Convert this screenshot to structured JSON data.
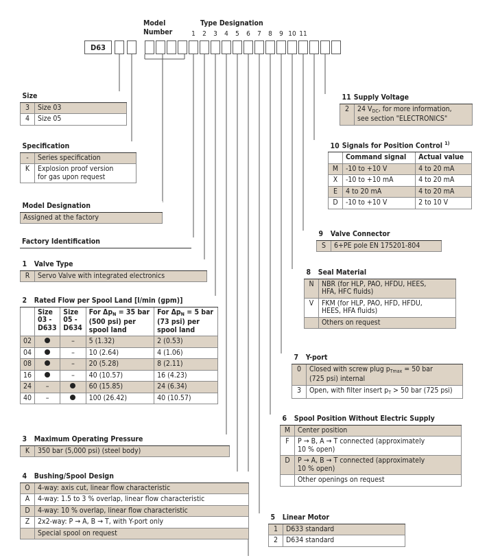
{
  "header": {
    "model_number_label": "Model\nNumber",
    "type_designation_label": "Type Designation",
    "prefix": "D63",
    "position_numbers": [
      "1",
      "2",
      "3",
      "4",
      "5",
      "6",
      "7",
      "8",
      "9",
      "10",
      "11"
    ]
  },
  "size": {
    "title": "Size",
    "rows": [
      {
        "code": "3",
        "text": "Size 03"
      },
      {
        "code": "4",
        "text": "Size 05"
      }
    ]
  },
  "specification": {
    "title": "Specification",
    "rows": [
      {
        "code": "-",
        "text": "Series specification"
      },
      {
        "code": "K",
        "text": "Explosion proof version\nfor gas upon request"
      }
    ]
  },
  "model_designation": {
    "title": "Model Designation",
    "text": "Assigned at the factory"
  },
  "factory_identification": {
    "title": "Factory Identification"
  },
  "valve_type": {
    "num": "1",
    "title": "Valve Type",
    "rows": [
      {
        "code": "R",
        "text": "Servo Valve with integrated electronics"
      }
    ]
  },
  "rated_flow": {
    "num": "2",
    "title": "Rated Flow per Spool Land [l/min (gpm)]",
    "headers": [
      "Size\n03 -\nD633",
      "Size\n05 -\nD634",
      "For Δp_N = 35 bar\n(500 psi) per\nspool land",
      "For Δp_N = 5 bar\n(73 psi) per\nspool land"
    ],
    "rows": [
      {
        "code": "02",
        "s03": "●",
        "s05": "–",
        "v35": "5 (1.32)",
        "v5": "2 (0.53)"
      },
      {
        "code": "04",
        "s03": "●",
        "s05": "–",
        "v35": "10 (2.64)",
        "v5": "4 (1.06)"
      },
      {
        "code": "08",
        "s03": "●",
        "s05": "–",
        "v35": "20 (5.28)",
        "v5": "8 (2.11)"
      },
      {
        "code": "16",
        "s03": "●",
        "s05": "–",
        "v35": "40 (10.57)",
        "v5": "16 (4.23)"
      },
      {
        "code": "24",
        "s03": "–",
        "s05": "●",
        "v35": "60 (15.85)",
        "v5": "24 (6.34)"
      },
      {
        "code": "40",
        "s03": "–",
        "s05": "●",
        "v35": "100 (26.42)",
        "v5": "40 (10.57)"
      }
    ]
  },
  "max_pressure": {
    "num": "3",
    "title": "Maximum Operating Pressure",
    "rows": [
      {
        "code": "K",
        "text": "350 bar (5,000 psi)  (steel body)"
      }
    ]
  },
  "bushing": {
    "num": "4",
    "title": "Bushing/Spool Design",
    "rows": [
      {
        "code": "O",
        "text": "4-way: axis cut, linear flow characteristic"
      },
      {
        "code": "A",
        "text": "4-way: 1.5 to 3 % overlap, linear flow characteristic"
      },
      {
        "code": "D",
        "text": "4-way: 10 % overlap, linear flow characteristic"
      },
      {
        "code": "Z",
        "text": "2x2-way: P → A, B → T, with Y-port only"
      },
      {
        "code": "",
        "text": "Special spool on request"
      }
    ]
  },
  "linear_motor": {
    "num": "5",
    "title": "Linear Motor",
    "rows": [
      {
        "code": "1",
        "text": "D633 standard"
      },
      {
        "code": "2",
        "text": "D634 standard"
      }
    ]
  },
  "spool_position": {
    "num": "6",
    "title": "Spool Position Without Electric Supply",
    "rows": [
      {
        "code": "M",
        "text": "Center position"
      },
      {
        "code": "F",
        "text": "P → B, A → T connected (approximately\n10 % open)"
      },
      {
        "code": "D",
        "text": "P → A, B → T connected (approximately\n10 % open)"
      },
      {
        "code": "",
        "text": "Other openings on request"
      }
    ]
  },
  "y_port": {
    "num": "7",
    "title": "Y-port",
    "rows": [
      {
        "code": "0",
        "text": "Closed with screw plug p_Tmax = 50 bar\n(725 psi) internal"
      },
      {
        "code": "3",
        "text": "Open, with filter insert p_T > 50 bar (725 psi)"
      }
    ]
  },
  "seal_material": {
    "num": "8",
    "title": "Seal Material",
    "rows": [
      {
        "code": "N",
        "text": "NBR (for HLP, PAO, HFDU, HEES,\nHFA, HFC fluids)"
      },
      {
        "code": "V",
        "text": "FKM (for HLP, PAO, HFD, HFDU,\nHEES, HFA fluids)"
      },
      {
        "code": "",
        "text": "Others on request"
      }
    ]
  },
  "valve_connector": {
    "num": "9",
    "title": "Valve Connector",
    "rows": [
      {
        "code": "S",
        "text": "6+PE pole EN 175201-804"
      }
    ]
  },
  "signals": {
    "num": "10",
    "title": "Signals for Position Control",
    "footnote": "1)",
    "headers": [
      "Command signal",
      "Actual value"
    ],
    "rows": [
      {
        "code": "M",
        "cmd": "-10 to +10 V",
        "act": "4 to 20 mA"
      },
      {
        "code": "X",
        "cmd": "-10 to +10 mA",
        "act": "4 to 20 mA"
      },
      {
        "code": "E",
        "cmd": "4 to 20 mA",
        "act": "4 to 20 mA"
      },
      {
        "code": "D",
        "cmd": "-10 to +10 V",
        "act": "2 to 10 V"
      }
    ]
  },
  "supply_voltage": {
    "num": "11",
    "title": "Supply Voltage",
    "rows": [
      {
        "code": "2",
        "text": "24 V_DC, for more information,\nsee section \"ELECTRONICS\""
      }
    ]
  },
  "colors": {
    "tan": "#ddd3c5",
    "line": "#444444",
    "text": "#222222"
  }
}
